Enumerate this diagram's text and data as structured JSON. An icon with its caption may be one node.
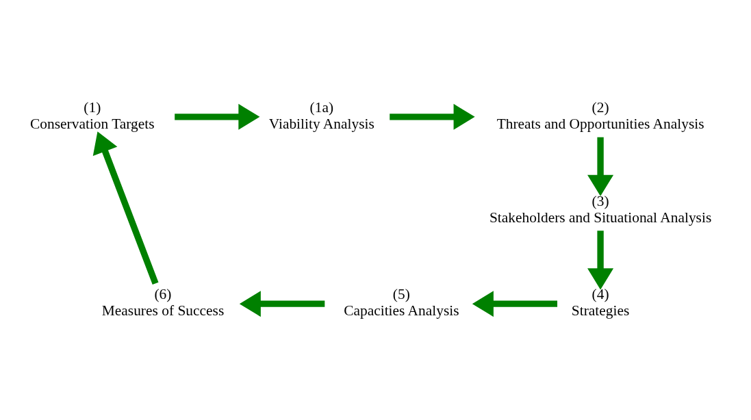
{
  "diagram": {
    "nodes": [
      {
        "text": [
          "(1)",
          "Conservation Targets"
        ]
      },
      {
        "text": [
          "(1a)",
          "Viability Analysis"
        ]
      },
      {
        "text": [
          "(2)",
          "Threats and Opportunities Analysis"
        ]
      },
      {
        "text": [
          "(3)",
          "Stakeholders and Situational Analysis"
        ]
      },
      {
        "text": [
          "(4)",
          "Strategies"
        ]
      },
      {
        "text": [
          "(5)",
          "Capacities Analysis"
        ]
      },
      {
        "text": [
          "(6)",
          "Measures of Success"
        ]
      }
    ],
    "edges": [
      {
        "from": 0,
        "to": 1,
        "arrow": "to"
      },
      {
        "from": 1,
        "to": 2,
        "arrow": "to"
      },
      {
        "from": 2,
        "to": 3,
        "arrow": "to"
      },
      {
        "from": 3,
        "to": 4,
        "arrow": "to"
      },
      {
        "from": 4,
        "to": 5,
        "arrow": "to"
      },
      {
        "from": 5,
        "to": 6,
        "arrow": "to"
      },
      {
        "from": 6,
        "to": 0,
        "arrow": "to"
      }
    ]
  }
}
